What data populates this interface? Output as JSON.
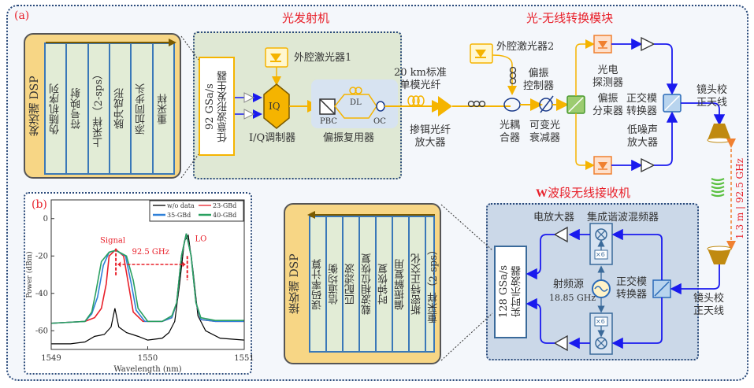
{
  "panel_a_label": "(a)",
  "panel_b_label": "(b)",
  "sections": {
    "transmitter": "光发射机",
    "o2w_module": "光-无线转换模块",
    "receiver": "W波段无线接收机"
  },
  "tx_dsp": {
    "title": "发送端 DSP",
    "steps": [
      "伪随机序列",
      "符号映射",
      "上采样（2-sps）",
      "脉冲成形",
      "添加同步头",
      "重采样"
    ]
  },
  "rx_dsp": {
    "title": "接收端 DSP",
    "steps": [
      "误码率计算",
      "信道均衡",
      "匹配滤波",
      "载波相位恢复",
      "时钟恢复",
      "偏振解复用",
      "斯密特正交化",
      "重采样（2-sps）"
    ]
  },
  "transmitter": {
    "awg_line1": "92 GSa/s",
    "awg_line2": "任意波形发生器",
    "laser1": "外腔激光器1",
    "iq_label": "IQ",
    "iq_modulator": "I/Q调制器",
    "pbc": "PBC",
    "dl": "DL",
    "oc": "OC",
    "pol_mux": "偏振复用器"
  },
  "link": {
    "fiber_line1": "20 km标准",
    "fiber_line2": "单模光纤",
    "edfa_line1": "掺铒光纤",
    "edfa_line2": "放大器"
  },
  "o2w": {
    "laser2": "外腔激光器2",
    "pol_ctrl_line1": "偏振",
    "pol_ctrl_line2": "控制器",
    "coupler_line1": "光耦",
    "coupler_line2": "合器",
    "voa_line1": "可变光",
    "voa_line2": "衰减器",
    "pbs_line1": "偏振",
    "pbs_line2": "分束器",
    "pd_line1": "光电",
    "pd_line2": "探测器",
    "omt_line1": "正交模",
    "omt_line2": "转换器",
    "lna_line1": "低噪声",
    "lna_line2": "放大器",
    "antenna_line1": "镜头校",
    "antenna_line2": "正天线"
  },
  "wireless": {
    "distance": "1.3 m",
    "separator": "|",
    "frequency": "92.5 GHz"
  },
  "receiver": {
    "amp": "电放大器",
    "mixer": "集成谐波混频器",
    "multiplier": "×6",
    "rf_source": "射频源",
    "rf_freq": "18.85 GHz",
    "omt_line1": "正交模",
    "omt_line2": "转换器",
    "antenna_line1": "镜头校",
    "antenna_line2": "正天线",
    "scope_line1": "128 GSa/s",
    "scope_line2": "实时示波器"
  },
  "colors": {
    "optical": "#f5b400",
    "electrical": "#1a1aee",
    "accent_red": "#e8202a",
    "tx_panel": "#dfe8d4",
    "o2w_panel": "#f8ecca",
    "rx_panel": "#cbd8e8",
    "dsp_frame": "#f7d685"
  },
  "chart_data": {
    "type": "line",
    "title": "",
    "xlabel": "Wavelength (nm)",
    "ylabel": "Power (dBm)",
    "xlim": [
      1549,
      1551
    ],
    "ylim": [
      -70,
      10
    ],
    "xticks": [
      1549,
      1550,
      1551
    ],
    "yticks": [
      0,
      -20,
      -40,
      -60
    ],
    "legend_position": "top-right",
    "annotations": [
      {
        "text": "Signal",
        "x": 1549.67,
        "y": -13
      },
      {
        "text": "LO",
        "x": 1550.55,
        "y": -12
      },
      {
        "text": "92.5 GHz",
        "x": 1550.03,
        "y": -19
      }
    ],
    "series": [
      {
        "name": "w/o data",
        "color": "#000000",
        "x": [
          1549.0,
          1549.2,
          1549.35,
          1549.45,
          1549.55,
          1549.62,
          1549.66,
          1549.7,
          1549.78,
          1549.9,
          1550.0,
          1550.15,
          1550.22,
          1550.28,
          1550.33,
          1550.38,
          1550.42,
          1550.47,
          1550.52,
          1550.6,
          1550.75,
          1551.0
        ],
        "y": [
          -67,
          -67,
          -66,
          -63,
          -62,
          -58,
          -48,
          -58,
          -61,
          -63,
          -65,
          -64,
          -61,
          -55,
          -35,
          -12,
          -9,
          -28,
          -52,
          -60,
          -64,
          -65
        ]
      },
      {
        "name": "23-GBd",
        "color": "#e8202a",
        "x": [
          1549.0,
          1549.35,
          1549.45,
          1549.52,
          1549.57,
          1549.6,
          1549.67,
          1549.75,
          1549.8,
          1549.85,
          1549.95,
          1550.15,
          1550.25,
          1550.3,
          1550.35,
          1550.4,
          1550.45,
          1550.5,
          1550.55,
          1550.7,
          1551.0
        ],
        "y": [
          -56,
          -55,
          -53,
          -48,
          -35,
          -20,
          -16.5,
          -20,
          -35,
          -50,
          -55,
          -55,
          -53,
          -45,
          -20,
          -8,
          -20,
          -45,
          -54,
          -55,
          -55
        ]
      },
      {
        "name": "35-GBd",
        "color": "#2f80d8",
        "x": [
          1549.0,
          1549.35,
          1549.42,
          1549.48,
          1549.54,
          1549.6,
          1549.67,
          1549.77,
          1549.83,
          1549.88,
          1549.97,
          1550.15,
          1550.25,
          1550.3,
          1550.35,
          1550.4,
          1550.45,
          1550.5,
          1550.55,
          1550.7,
          1551.0
        ],
        "y": [
          -56,
          -55,
          -51,
          -42,
          -25,
          -18,
          -17,
          -20,
          -35,
          -49,
          -55,
          -55,
          -53,
          -45,
          -20,
          -8,
          -20,
          -45,
          -54,
          -55,
          -55
        ]
      },
      {
        "name": "40-GBd",
        "color": "#2aa060",
        "x": [
          1549.0,
          1549.35,
          1549.42,
          1549.46,
          1549.52,
          1549.6,
          1549.67,
          1549.78,
          1549.85,
          1549.9,
          1550.0,
          1550.15,
          1550.25,
          1550.3,
          1550.35,
          1550.4,
          1550.45,
          1550.5,
          1550.55,
          1550.7,
          1551.0
        ],
        "y": [
          -56,
          -55,
          -50,
          -40,
          -23,
          -18,
          -17,
          -20,
          -33,
          -48,
          -55,
          -55,
          -52,
          -45,
          -20,
          -8,
          -20,
          -45,
          -53,
          -54.5,
          -54.5
        ]
      }
    ]
  }
}
